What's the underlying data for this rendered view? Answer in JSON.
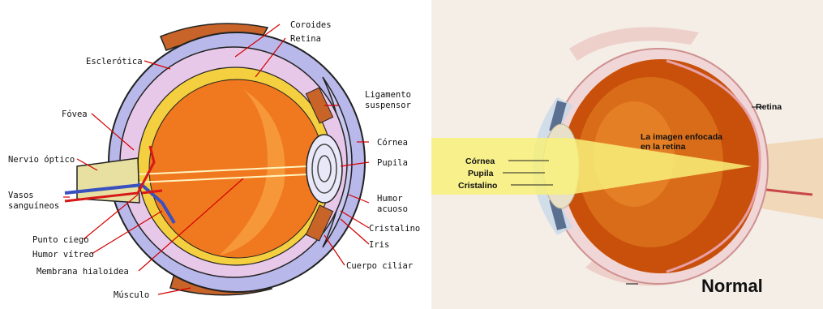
{
  "left_diagram": {
    "labels": {
      "coroides": "Coroides",
      "retina": "Retina",
      "esclerotica": "Esclerótica",
      "ligamento_1": "Ligamento",
      "ligamento_2": "suspensor",
      "fovea": "Fóvea",
      "cornea": "Córnea",
      "nervio_optico": "Nervio óptico",
      "pupila": "Pupila",
      "vasos_1": "Vasos",
      "vasos_2": "sanguíneos",
      "humor_acuoso_1": "Humor",
      "humor_acuoso_2": "acuoso",
      "cristalino": "Cristalino",
      "punto_ciego": "Punto ciego",
      "iris": "Iris",
      "humor_vitreo": "Humor vítreo",
      "cuerpo_ciliar": "Cuerpo ciliar",
      "membrana_hialoidea": "Membrana hialoidea",
      "musculo": "Músculo"
    }
  },
  "right_diagram": {
    "labels": {
      "retina": "Retina",
      "imagen_1": "La imagen enfocada",
      "imagen_2": "en la retina",
      "cornea": "Córnea",
      "pupila": "Pupila",
      "cristalino": "Cristalino",
      "title": "Normal"
    }
  },
  "colors": {
    "sclera": "#b8b8ea",
    "vitreous": "#f0781e",
    "choroid": "#e8c8e8",
    "retina_red": "#d40000",
    "light_beam": "#f8f07a"
  }
}
